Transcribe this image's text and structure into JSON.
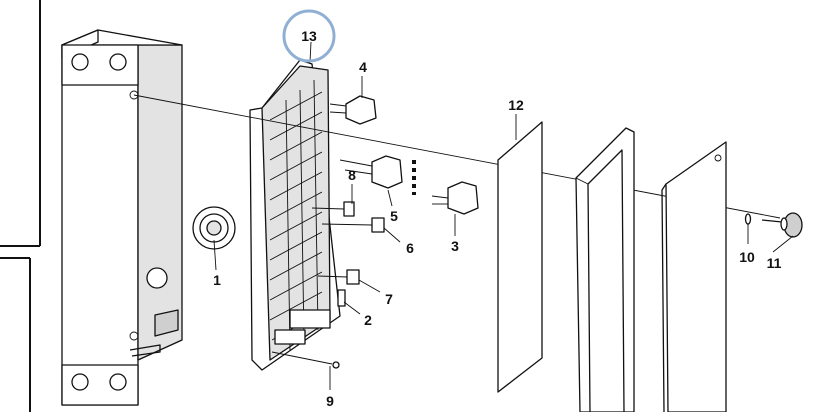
{
  "diagram": {
    "highlight_color": "#8fb0d3",
    "line_color": "#111111",
    "callouts": [
      {
        "id": "13",
        "label": "13",
        "highlighted": true
      },
      {
        "id": "4",
        "label": "4"
      },
      {
        "id": "12",
        "label": "12"
      },
      {
        "id": "8",
        "label": "8"
      },
      {
        "id": "5",
        "label": "5"
      },
      {
        "id": "6",
        "label": "6"
      },
      {
        "id": "3",
        "label": "3"
      },
      {
        "id": "1",
        "label": "1"
      },
      {
        "id": "7",
        "label": "7"
      },
      {
        "id": "2",
        "label": "2"
      },
      {
        "id": "9",
        "label": "9"
      },
      {
        "id": "10",
        "label": "10"
      },
      {
        "id": "11",
        "label": "11"
      }
    ]
  }
}
